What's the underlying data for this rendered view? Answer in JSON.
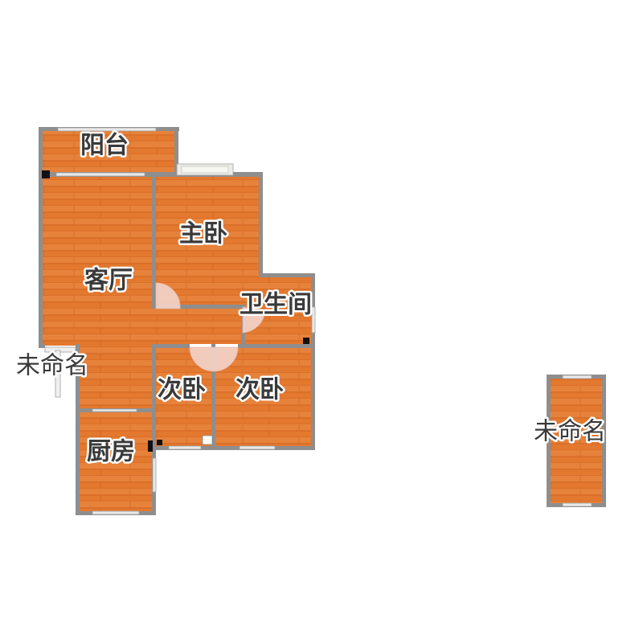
{
  "floorplan": {
    "rooms": {
      "balcony": "阳台",
      "living_room": "客厅",
      "master_bedroom": "主卧",
      "bathroom": "卫生间",
      "second_bedroom_a": "次卧",
      "second_bedroom_b": "次卧",
      "kitchen": "厨房",
      "unnamed_left": "未命名",
      "unnamed_right": "未命名"
    },
    "colors": {
      "floor": "#e3782f",
      "floor_light": "#ee9450",
      "plank_line": "#c9621f",
      "wall": "#8e8e8e",
      "window": "#e9e9e9",
      "window_line": "#a0a0a0",
      "door_swing": "#f3d5cc",
      "label_text": "#3a3a3a",
      "column": "#111111"
    }
  }
}
